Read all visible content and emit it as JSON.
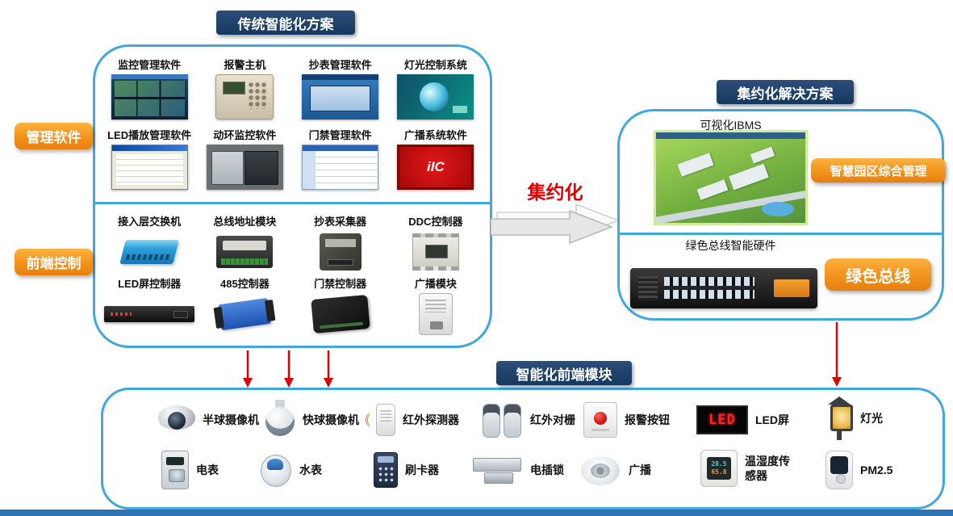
{
  "colors": {
    "title_badge": "#17375E",
    "accent_orange": "#F1931C",
    "panel_border": "#41A8DC",
    "arrow_red": "#E00000",
    "bottom_bar": "#2E74B5"
  },
  "titles": {
    "traditional": "传统智能化方案",
    "intensive": "集约化解决方案",
    "frontend_modules": "智能化前端模块"
  },
  "side_badges": {
    "management_software": "管理软件",
    "frontend_control": "前端控制"
  },
  "center_arrow": {
    "label": "集约化"
  },
  "management_software_items": [
    "监控管理软件",
    "报警主机",
    "抄表管理软件",
    "灯光控制系统",
    "LED播放管理软件",
    "动环监控软件",
    "门禁管理软件",
    "广播系统软件"
  ],
  "frontend_control_items": [
    "接入层交换机",
    "总线地址模块",
    "抄表采集器",
    "DDC控制器",
    "LED屏控制器",
    "485控制器",
    "门禁控制器",
    "广播模块"
  ],
  "intensive_panel": {
    "ibms_label": "可视化IBMS",
    "smart_park_badge": "智慧园区综合管理",
    "green_hw_label": "绿色总线智能硬件",
    "green_bus_badge": "绿色总线"
  },
  "frontend_devices": {
    "row1": [
      "半球摄像机",
      "快球摄像机",
      "红外探测器",
      "红外对栅",
      "报警按钮",
      "LED屏",
      "灯光"
    ],
    "row2": [
      "电表",
      "水表",
      "刷卡器",
      "电插锁",
      "广播",
      "温湿度传感器",
      "PM2.5"
    ]
  },
  "device_displays": {
    "led_screen_text": "LED",
    "temp_value": "28.5",
    "humidity_value": "65.8",
    "broadcast_software_logo": "iIC"
  }
}
